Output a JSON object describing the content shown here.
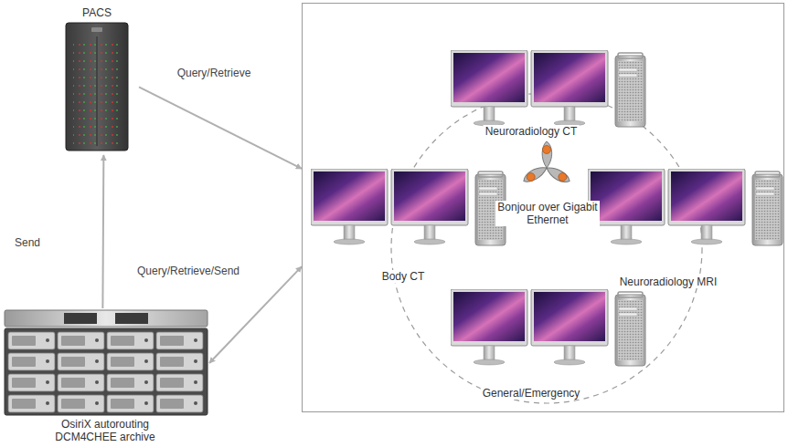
{
  "diagram": {
    "nodes": [
      {
        "text": [
          "PACS"
        ]
      },
      {
        "text": [
          "OsiriX autorouting DCM4CHEE archive"
        ]
      },
      {
        "text": [
          "Bonjour over Gigabit Ethernet"
        ]
      },
      {
        "text": [
          "Neuroradiology CT"
        ],
        "in": 2
      },
      {
        "text": [
          "Body CT"
        ],
        "in": 2
      },
      {
        "text": [
          "Neuroradiology MRI"
        ],
        "in": 2
      },
      {
        "text": [
          "General/Emergency"
        ],
        "in": 2
      }
    ],
    "edges": [
      {
        "from": 0,
        "to": 2,
        "label": "Query/Retrieve",
        "arrow": "to"
      },
      {
        "from": 1,
        "to": 0,
        "label": "Send",
        "arrow": "to"
      },
      {
        "from": 1,
        "to": 2,
        "label": "Query/Retrieve/Send",
        "arrow": "both"
      }
    ]
  }
}
